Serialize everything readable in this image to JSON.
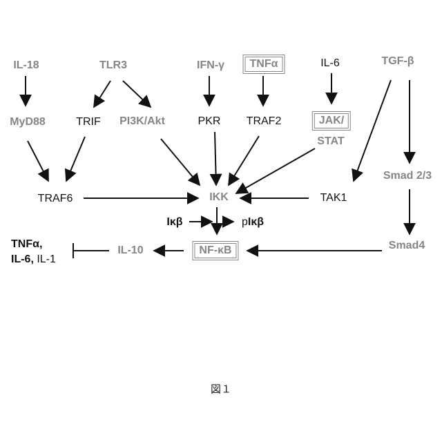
{
  "nodes": {
    "il18": "IL-18",
    "tlr3": "TLR3",
    "ifng": "IFN-γ",
    "tnfa_top": "TNFα",
    "il6_top": "IL-6",
    "tgfb": "TGF-β",
    "myd88": "MyD88",
    "trif": "TRIF",
    "pi3k": "PI3K/Akt",
    "pkr": "PKR",
    "traf2": "TRAF2",
    "jak": "JAK/",
    "stat": "STAT",
    "smad23": "Smad 2/3",
    "traf6": "TRAF6",
    "ikk": "IKK",
    "tak1": "TAK1",
    "ikb": "Iκβ",
    "pikb_p": "p",
    "pikb": "Iκβ",
    "nfkb": "NF-κB",
    "il10": "IL-10",
    "smad4": "Smad4"
  },
  "outputs": {
    "tnfa": "TNFα,",
    "il6": "IL-6,",
    "il1": " IL-1"
  },
  "caption": "図１"
}
